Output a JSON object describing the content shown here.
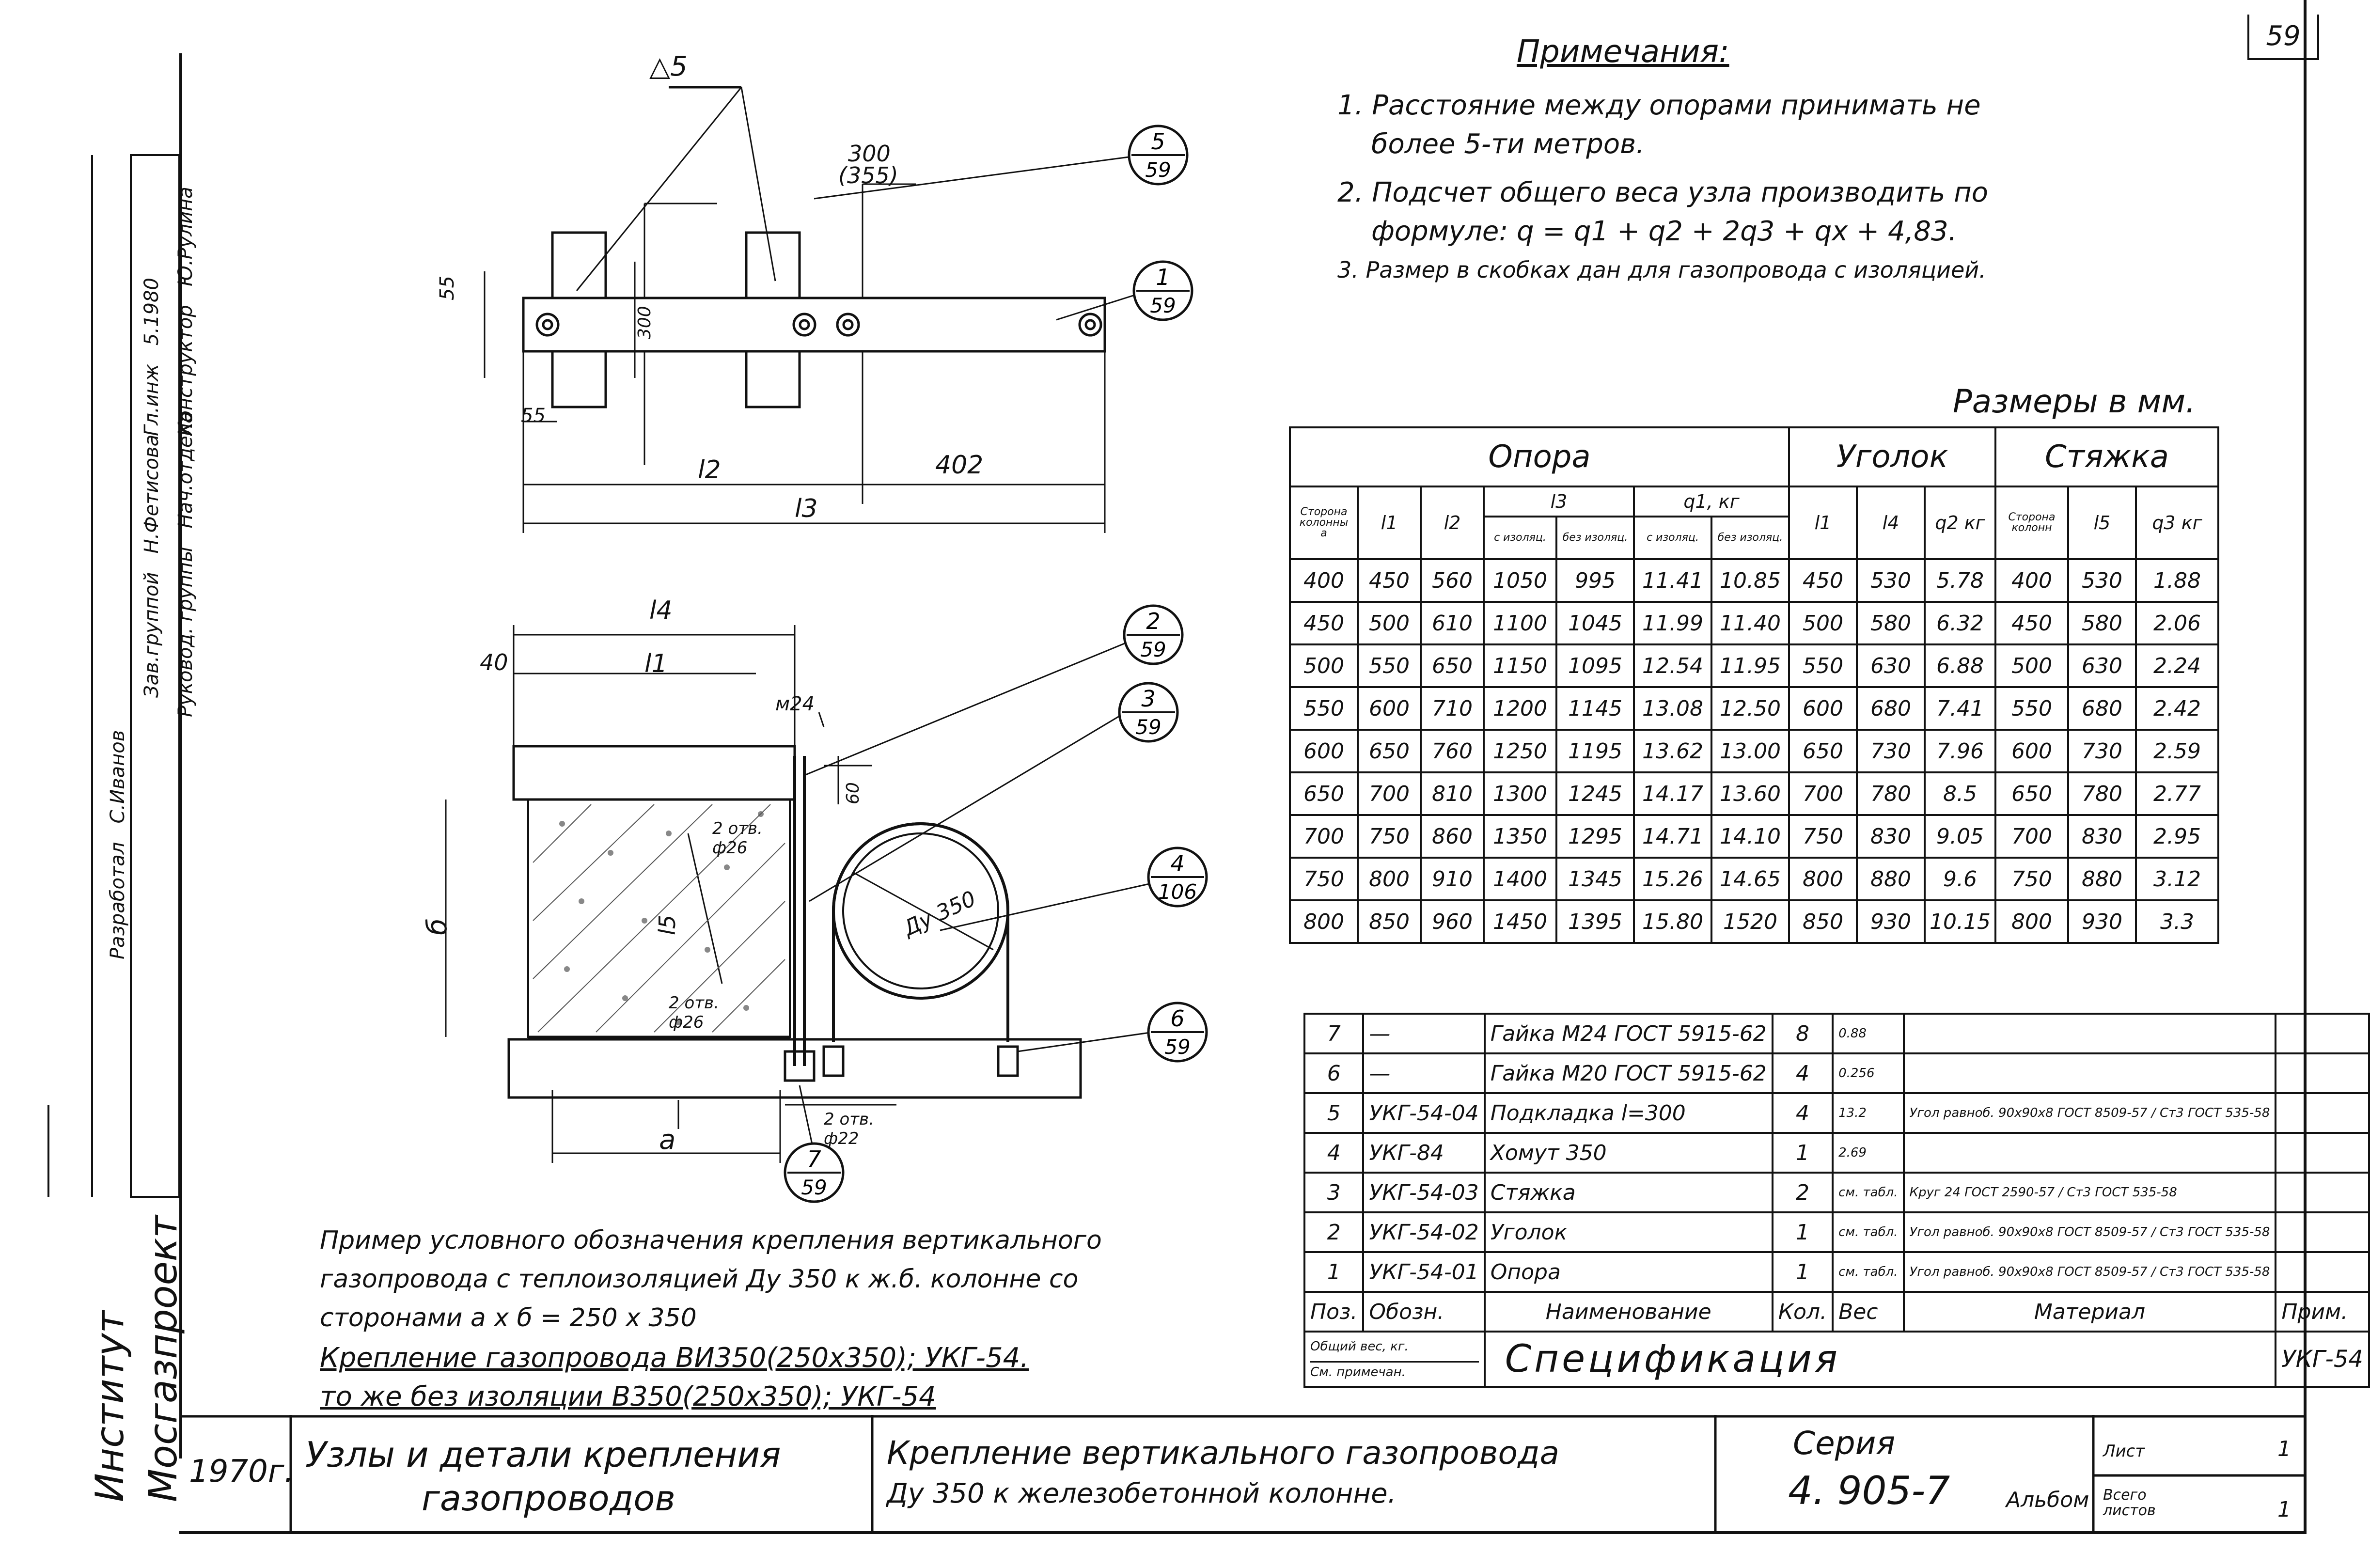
{
  "sheet_number": "59",
  "notes": {
    "title": "Примечания:",
    "items": [
      "1. Расстояние между опорами принимать не",
      "более 5-ти метров.",
      "2. Подсчет общего веса узла производить по",
      "формуле: q = q1 + q2 + 2q3 + qx + 4,83.",
      "3. Размер в скобках дан для газопровода с изоляцией."
    ]
  },
  "dims_caption": "Размеры в мм.",
  "dims_table": {
    "groups": [
      "Опора",
      "Уголок",
      "Стяжка"
    ],
    "headers": {
      "col_side": "Сторона колонны а",
      "l1": "l1",
      "l2": "l2",
      "l3": "l3",
      "q1": "q1, кг",
      "with_insul": "с изоляц.",
      "without_insul": "без изоляц.",
      "corner_l1": "l1",
      "corner_l4": "l4",
      "corner_q2": "q2 кг",
      "tie_side": "Сторона колонн",
      "tie_l5": "l5",
      "tie_q3": "q3 кг"
    },
    "rows": [
      [
        "400",
        "450",
        "560",
        "1050",
        "995",
        "11.41",
        "10.85",
        "450",
        "530",
        "5.78",
        "400",
        "530",
        "1.88"
      ],
      [
        "450",
        "500",
        "610",
        "1100",
        "1045",
        "11.99",
        "11.40",
        "500",
        "580",
        "6.32",
        "450",
        "580",
        "2.06"
      ],
      [
        "500",
        "550",
        "650",
        "1150",
        "1095",
        "12.54",
        "11.95",
        "550",
        "630",
        "6.88",
        "500",
        "630",
        "2.24"
      ],
      [
        "550",
        "600",
        "710",
        "1200",
        "1145",
        "13.08",
        "12.50",
        "600",
        "680",
        "7.41",
        "550",
        "680",
        "2.42"
      ],
      [
        "600",
        "650",
        "760",
        "1250",
        "1195",
        "13.62",
        "13.00",
        "650",
        "730",
        "7.96",
        "600",
        "730",
        "2.59"
      ],
      [
        "650",
        "700",
        "810",
        "1300",
        "1245",
        "14.17",
        "13.60",
        "700",
        "780",
        "8.5",
        "650",
        "780",
        "2.77"
      ],
      [
        "700",
        "750",
        "860",
        "1350",
        "1295",
        "14.71",
        "14.10",
        "750",
        "830",
        "9.05",
        "700",
        "830",
        "2.95"
      ],
      [
        "750",
        "800",
        "910",
        "1400",
        "1345",
        "15.26",
        "14.65",
        "800",
        "880",
        "9.6",
        "750",
        "880",
        "3.12"
      ],
      [
        "800",
        "850",
        "960",
        "1450",
        "1395",
        "15.80",
        "1520",
        "850",
        "930",
        "10.15",
        "800",
        "930",
        "3.3"
      ]
    ]
  },
  "spec_table": {
    "rows": [
      {
        "pos": "7",
        "code": "—",
        "name": "Гайка М24 ГОСТ 5915-62",
        "qty": "8",
        "weight": "0.88",
        "material": "",
        "note": ""
      },
      {
        "pos": "6",
        "code": "—",
        "name": "Гайка М20 ГОСТ 5915-62",
        "qty": "4",
        "weight": "0.256",
        "material": "",
        "note": ""
      },
      {
        "pos": "5",
        "code": "УКГ-54-04",
        "name": "Подкладка l=300",
        "qty": "4",
        "weight": "13.2",
        "material": "Угол равноб. 90х90х8 ГОСТ 8509-57 / Ст3 ГОСТ 535-58",
        "note": ""
      },
      {
        "pos": "4",
        "code": "УКГ-84",
        "name": "Хомут 350",
        "qty": "1",
        "weight": "2.69",
        "material": "",
        "note": ""
      },
      {
        "pos": "3",
        "code": "УКГ-54-03",
        "name": "Стяжка",
        "qty": "2",
        "weight": "см. табл.",
        "material": "Круг 24 ГОСТ 2590-57 / Ст3 ГОСТ 535-58",
        "note": ""
      },
      {
        "pos": "2",
        "code": "УКГ-54-02",
        "name": "Уголок",
        "qty": "1",
        "weight": "см. табл.",
        "material": "Угол равноб. 90х90х8 ГОСТ 8509-57 / Ст3 ГОСТ 535-58",
        "note": ""
      },
      {
        "pos": "1",
        "code": "УКГ-54-01",
        "name": "Опора",
        "qty": "1",
        "weight": "см. табл.",
        "material": "Угол равноб. 90х90х8 ГОСТ 8509-57 / Ст3 ГОСТ 535-58",
        "note": ""
      }
    ],
    "header": {
      "pos": "Поз.",
      "code": "Обозн.",
      "name": "Наименование",
      "qty": "Кол.",
      "weight": "Вес",
      "material": "Материал",
      "note": "Прим."
    },
    "total_weight": "Общий вес, кг.",
    "see_note": "См. примечан.",
    "title": "Спецификация",
    "code": "УКГ-54"
  },
  "example": {
    "lines": [
      "Пример условного обозначения крепления вертикального",
      "газопровода с теплоизоляцией Ду 350 к ж.б. колонне со",
      "сторонами а х б = 250 х 350"
    ],
    "line_u1": "Крепление газопровода ВИ350(250х350); УКГ-54.",
    "line_u2": "то же без изоляции  В350(250х350); УКГ-54"
  },
  "drawing_labels": {
    "weld": "5",
    "dim_300": "300",
    "dim_355": "(355)",
    "dim_55a": "55",
    "dim_300v": "300",
    "dim_55b": "55",
    "l2": "l2",
    "dim_402": "402",
    "l3": "l3",
    "l4": "l4",
    "dim_40": "40",
    "l1": "l1",
    "m24": "м24",
    "dim_60": "60",
    "b": "б",
    "l5": "l5",
    "holes1": "2 отв. ф26",
    "holes2": "2 отв. ф26",
    "holes3": "2 отв. ф22",
    "du350": "Ду 350",
    "a": "a",
    "callouts": [
      {
        "n": "5",
        "s": "59"
      },
      {
        "n": "1",
        "s": "59"
      },
      {
        "n": "2",
        "s": "59"
      },
      {
        "n": "3",
        "s": "59"
      },
      {
        "n": "4",
        "s": "106"
      },
      {
        "n": "6",
        "s": "59"
      },
      {
        "n": "7",
        "s": "59"
      }
    ]
  },
  "title_block": {
    "year": "1970г.",
    "subject_1": "Узлы и детали крепления",
    "subject_2": "газопроводов",
    "drawing_1": "Крепление вертикального газопровода",
    "drawing_2": "Ду 350 к железобетонной колонне.",
    "series_label": "Серия",
    "series": "4. 905-7",
    "album": "Альбом",
    "sheet_label": "Лист",
    "sheet": "1",
    "total_label": "Всего листов",
    "total": "1"
  },
  "side_stamp": {
    "institute_1": "Институт",
    "institute_2": "Мосгазпроект",
    "rows": [
      [
        "Гл.инж",
        "5.1980",
        ""
      ],
      [
        "Зав.группой",
        "Н.Фетисова",
        ""
      ],
      [
        "Конструктор",
        "Ю.Рулина",
        ""
      ],
      [
        "Руковод. группы",
        "Нач.отдела",
        ""
      ],
      [
        "Разработал",
        "С.Иванов",
        ""
      ]
    ]
  }
}
